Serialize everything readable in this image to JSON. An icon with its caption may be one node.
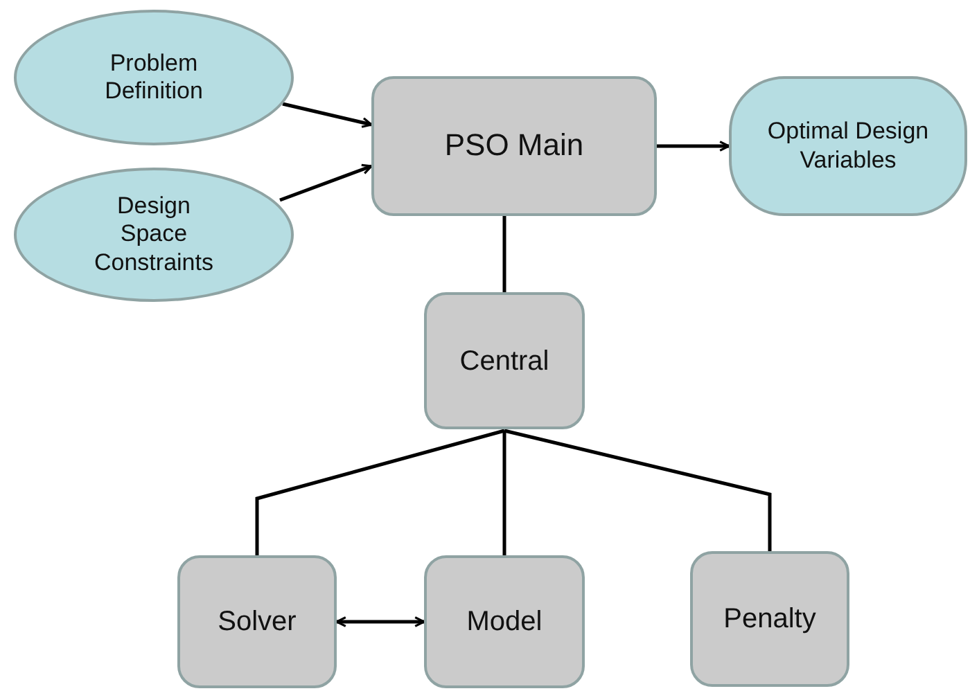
{
  "diagram": {
    "nodes": [
      {
        "text": [
          "Problem Definition"
        ]
      },
      {
        "text": [
          "Design Space Constraints"
        ]
      },
      {
        "text": [
          "PSO Main"
        ]
      },
      {
        "text": [
          "Optimal Design Variables"
        ]
      },
      {
        "text": [
          "Central"
        ]
      },
      {
        "text": [
          "Solver"
        ]
      },
      {
        "text": [
          "Model"
        ]
      },
      {
        "text": [
          "Penalty"
        ]
      }
    ],
    "edges": [
      {
        "from": 0,
        "to": 2,
        "arrow": "to"
      },
      {
        "from": 1,
        "to": 2,
        "arrow": "to"
      },
      {
        "from": 2,
        "to": 3,
        "arrow": "to"
      },
      {
        "from": 2,
        "to": 4,
        "arrow": "none"
      },
      {
        "from": 4,
        "to": 5,
        "arrow": "none"
      },
      {
        "from": 4,
        "to": 6,
        "arrow": "none"
      },
      {
        "from": 4,
        "to": 7,
        "arrow": "none"
      },
      {
        "from": 5,
        "to": 6,
        "arrow": "both"
      }
    ]
  }
}
